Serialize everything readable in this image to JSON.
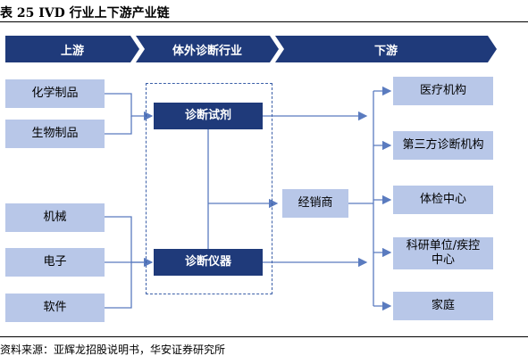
{
  "title": "表 25 IVD 行业上下游产业链",
  "source": "资料来源：亚辉龙招股说明书，华安证券研究所",
  "headers": {
    "upstream": "上游",
    "midstream": "体外诊断行业",
    "downstream": "下游"
  },
  "upstream_items": [
    "化学制品",
    "生物制品",
    "机械",
    "电子",
    "软件"
  ],
  "midstream_items": {
    "reagents": "诊断试剂",
    "instruments": "诊断仪器"
  },
  "distributor": "经销商",
  "downstream_items": [
    "医疗机构",
    "第三方诊断机构",
    "体检中心",
    "科研单位/疾控中心",
    "家庭"
  ],
  "colors": {
    "header_blue": "#1f3a7a",
    "light_box": "#b8c7e8",
    "line": "#5a7bbf"
  }
}
